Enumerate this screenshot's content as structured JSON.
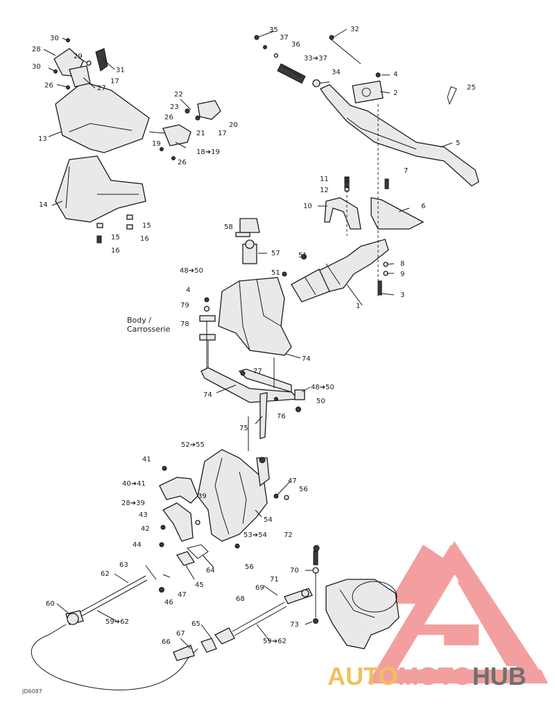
{
  "annotations": {
    "body_label_1": "Body /",
    "body_label_2": "Carrosserie",
    "drawing_code": "JD6087"
  },
  "watermark": {
    "part1": "AUTO",
    "part2": "MOTO",
    "part3": "HUB",
    "colors": {
      "auto": "#f0c060",
      "moto": "#f0a0a0",
      "hub": "#707070",
      "logo": "#f08080"
    }
  },
  "labels": [
    {
      "id": "l30a",
      "text": "30"
    },
    {
      "id": "l28",
      "text": "28"
    },
    {
      "id": "l29",
      "text": "29"
    },
    {
      "id": "l31",
      "text": "31"
    },
    {
      "id": "l30b",
      "text": "30"
    },
    {
      "id": "l26a",
      "text": "26"
    },
    {
      "id": "l27",
      "text": "27"
    },
    {
      "id": "l17a",
      "text": "17"
    },
    {
      "id": "l13",
      "text": "13"
    },
    {
      "id": "l22",
      "text": "22"
    },
    {
      "id": "l23",
      "text": "23"
    },
    {
      "id": "l26b",
      "text": "26"
    },
    {
      "id": "l21",
      "text": "21"
    },
    {
      "id": "l17b",
      "text": "17"
    },
    {
      "id": "l20",
      "text": "20"
    },
    {
      "id": "l19",
      "text": "19"
    },
    {
      "id": "l1819",
      "text": "18➔19"
    },
    {
      "id": "l26c",
      "text": "26"
    },
    {
      "id": "l14",
      "text": "14"
    },
    {
      "id": "l15a",
      "text": "15"
    },
    {
      "id": "l15b",
      "text": "15"
    },
    {
      "id": "l16a",
      "text": "16"
    },
    {
      "id": "l16b",
      "text": "16"
    },
    {
      "id": "l35",
      "text": "35"
    },
    {
      "id": "l37",
      "text": "37"
    },
    {
      "id": "l36",
      "text": "36"
    },
    {
      "id": "l32",
      "text": "32"
    },
    {
      "id": "l3337",
      "text": "33➔37"
    },
    {
      "id": "l34",
      "text": "34"
    },
    {
      "id": "l4a",
      "text": "4"
    },
    {
      "id": "l2",
      "text": "2"
    },
    {
      "id": "l25",
      "text": "25"
    },
    {
      "id": "l5",
      "text": "5"
    },
    {
      "id": "l11",
      "text": "11"
    },
    {
      "id": "l7",
      "text": "7"
    },
    {
      "id": "l12",
      "text": "12"
    },
    {
      "id": "l10",
      "text": "10"
    },
    {
      "id": "l6",
      "text": "6"
    },
    {
      "id": "l58",
      "text": "58"
    },
    {
      "id": "l57",
      "text": "57"
    },
    {
      "id": "l51a",
      "text": "51"
    },
    {
      "id": "l51b",
      "text": "51"
    },
    {
      "id": "l8",
      "text": "8"
    },
    {
      "id": "l9",
      "text": "9"
    },
    {
      "id": "l4850a",
      "text": "48➔50"
    },
    {
      "id": "l3",
      "text": "3"
    },
    {
      "id": "l4b",
      "text": "4"
    },
    {
      "id": "l1",
      "text": "1"
    },
    {
      "id": "l79",
      "text": "79"
    },
    {
      "id": "l78",
      "text": "78"
    },
    {
      "id": "l74a",
      "text": "74"
    },
    {
      "id": "l77",
      "text": "77"
    },
    {
      "id": "l74b",
      "text": "74"
    },
    {
      "id": "l4850b",
      "text": "48➔50"
    },
    {
      "id": "l50",
      "text": "50"
    },
    {
      "id": "l76",
      "text": "76"
    },
    {
      "id": "l75",
      "text": "75"
    },
    {
      "id": "l5255",
      "text": "52➔55"
    },
    {
      "id": "l41",
      "text": "41"
    },
    {
      "id": "l4041",
      "text": "40➔41"
    },
    {
      "id": "l47a",
      "text": "47"
    },
    {
      "id": "l56a",
      "text": "56"
    },
    {
      "id": "l2839",
      "text": "28➔39"
    },
    {
      "id": "l39",
      "text": "39"
    },
    {
      "id": "l43",
      "text": "43"
    },
    {
      "id": "l54",
      "text": "54"
    },
    {
      "id": "l42",
      "text": "42"
    },
    {
      "id": "l5354",
      "text": "53➔54"
    },
    {
      "id": "l72",
      "text": "72"
    },
    {
      "id": "l44",
      "text": "44"
    },
    {
      "id": "l56b",
      "text": "56"
    },
    {
      "id": "l63",
      "text": "63"
    },
    {
      "id": "l64",
      "text": "64"
    },
    {
      "id": "l70",
      "text": "70"
    },
    {
      "id": "l62",
      "text": "62"
    },
    {
      "id": "l45",
      "text": "45"
    },
    {
      "id": "l71",
      "text": "71"
    },
    {
      "id": "l47b",
      "text": "47"
    },
    {
      "id": "l69",
      "text": "69"
    },
    {
      "id": "l46",
      "text": "46"
    },
    {
      "id": "l68",
      "text": "68"
    },
    {
      "id": "l60",
      "text": "60"
    },
    {
      "id": "l5962a",
      "text": "59➔62"
    },
    {
      "id": "l73",
      "text": "73"
    },
    {
      "id": "l65",
      "text": "65"
    },
    {
      "id": "l5962b",
      "text": "59➔62"
    },
    {
      "id": "l67",
      "text": "67"
    },
    {
      "id": "l66",
      "text": "66"
    }
  ]
}
